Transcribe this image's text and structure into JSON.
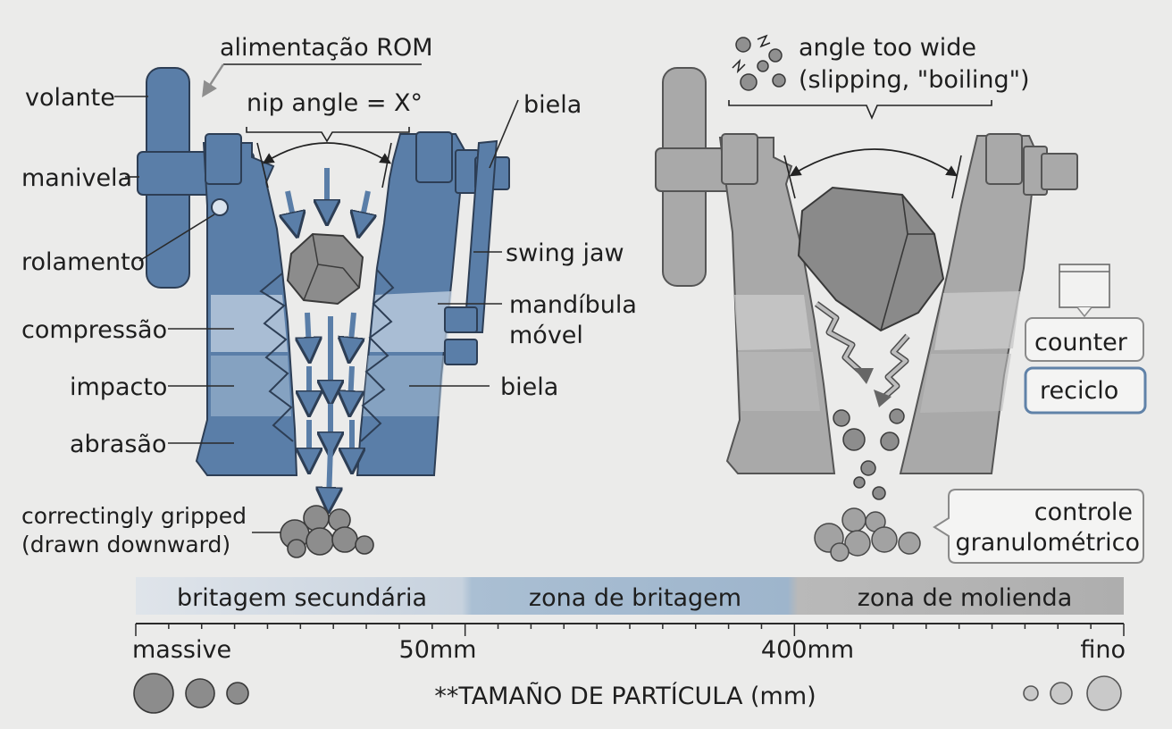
{
  "left_diagram": {
    "feed_label": "alimentação ROM",
    "nip_label": "nip angle = X°",
    "labels_left": {
      "volante": "volante",
      "manivela": "manivela",
      "rolamento": "rolamento",
      "compressao": "compressão",
      "impacto": "impacto",
      "abrasao": "abrasão"
    },
    "labels_right": {
      "biela_top": "biela",
      "swing_jaw": "swing jaw",
      "mandibula_line1": "mandíbula",
      "mandibula_line2": "móvel",
      "biela_mid": "biela"
    },
    "gripped_line1": "correctingly gripped",
    "gripped_line2": "(drawn downward)"
  },
  "right_diagram": {
    "angle_line1": "angle too wide",
    "angle_line2": "(slipping, \"boiling\")",
    "counter_label": "counter",
    "reciclo_label": "reciclo",
    "controle_line1": "controle",
    "controle_line2": "granulométrico"
  },
  "scale_bar": {
    "zones": [
      "britagem secundária",
      "zona de britagem",
      "zona de molienda"
    ],
    "tick_massive": "massive",
    "tick_50": "50mm",
    "tick_400": "400mm",
    "tick_fino": "fino",
    "axis_title": "**TAMAÑO DE PARTÍCULA (mm)"
  },
  "colors": {
    "blue_machine": "#5a7ea8",
    "grey_machine": "#a9a9a9",
    "zone_1": "#d9dfe6",
    "zone_2": "#a9bdd2",
    "zone_3": "#b3b3b3",
    "reciclo_border": "#6082a8"
  }
}
